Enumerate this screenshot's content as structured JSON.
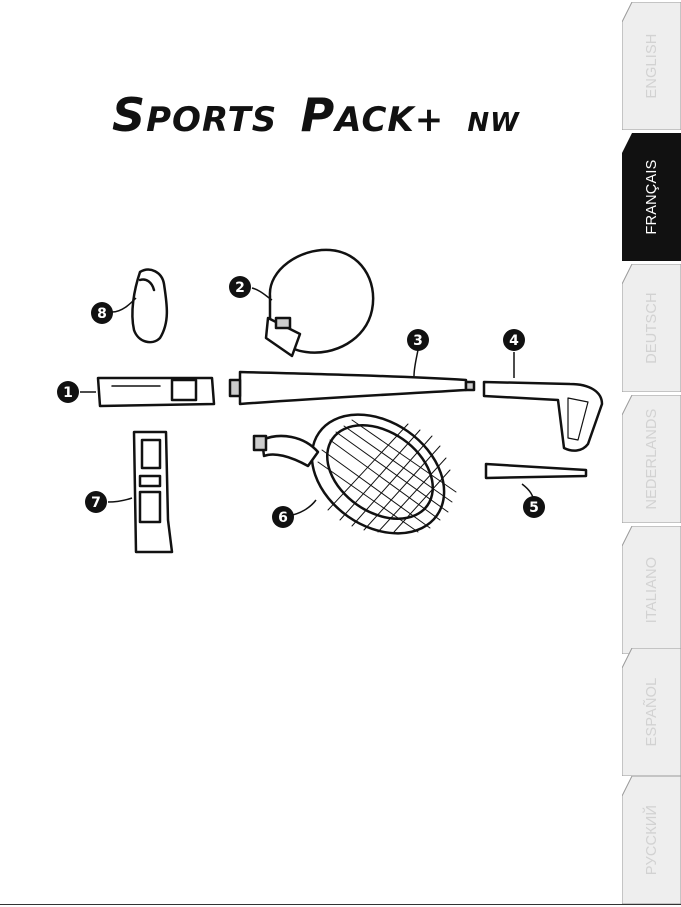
{
  "title": {
    "s": "S",
    "ports": "PORTS",
    "p": "P",
    "ack": "ACK+",
    "nw": "NW"
  },
  "language_tabs": [
    {
      "label": "ENGLISH",
      "active": false
    },
    {
      "label": "FRANÇAIS",
      "active": true
    },
    {
      "label": "DEUTSCH",
      "active": false
    },
    {
      "label": "NEDERLANDS",
      "active": false
    },
    {
      "label": "ITALIANO",
      "active": false
    },
    {
      "label": "ESPAÑOL",
      "active": false
    },
    {
      "label": "РУССКИЙ",
      "active": false
    }
  ],
  "callouts": [
    "1",
    "2",
    "3",
    "4",
    "5",
    "6",
    "7",
    "8"
  ],
  "colors": {
    "tab_active": "#111111",
    "tab_inactive": "#9a9a9a",
    "tab_inactive_fill": "#eeeeee"
  }
}
